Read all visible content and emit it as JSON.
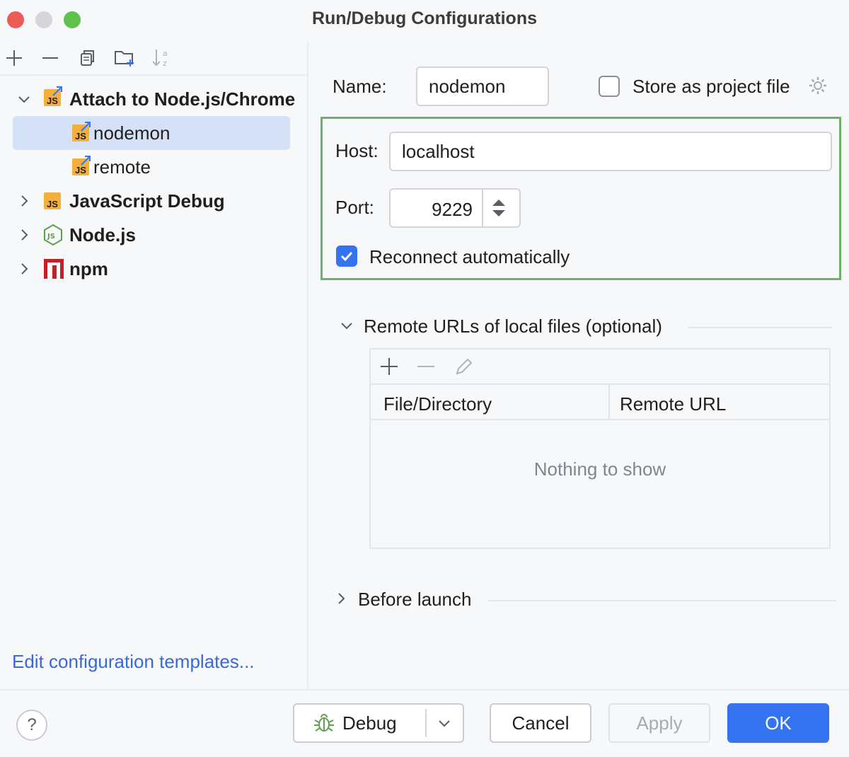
{
  "window": {
    "title": "Run/Debug Configurations"
  },
  "toolbar": {
    "icons": [
      "add-icon",
      "remove-icon",
      "copy-icon",
      "new-folder-icon",
      "sort-alpha-icon"
    ]
  },
  "tree": {
    "groups": [
      {
        "label": "Attach to Node.js/Chrome",
        "icon": "js-attach-icon",
        "expanded": true,
        "children": [
          {
            "label": "nodemon",
            "icon": "js-attach-icon",
            "selected": true
          },
          {
            "label": "remote",
            "icon": "js-attach-icon",
            "selected": false
          }
        ]
      },
      {
        "label": "JavaScript Debug",
        "icon": "js-icon",
        "expanded": false
      },
      {
        "label": "Node.js",
        "icon": "nodejs-icon",
        "expanded": false
      },
      {
        "label": "npm",
        "icon": "npm-icon",
        "expanded": false
      }
    ],
    "edit_templates_link": "Edit configuration templates..."
  },
  "form": {
    "name_label": "Name:",
    "name_value": "nodemon",
    "store_label": "Store as project file",
    "store_checked": false,
    "host_label": "Host:",
    "host_value": "localhost",
    "port_label": "Port:",
    "port_value": "9229",
    "reconnect_label": "Reconnect automatically",
    "reconnect_checked": true
  },
  "remote_urls": {
    "section_title": "Remote URLs of local files (optional)",
    "columns": [
      "File/Directory",
      "Remote URL"
    ],
    "empty_text": "Nothing to show"
  },
  "before_launch": {
    "title": "Before launch"
  },
  "buttons": {
    "debug": "Debug",
    "cancel": "Cancel",
    "apply": "Apply",
    "ok": "OK",
    "help": "?"
  },
  "colors": {
    "accent": "#3574f0",
    "highlight_border": "#6cb26b",
    "selection": "#d5e1f7",
    "link": "#3869d4"
  }
}
